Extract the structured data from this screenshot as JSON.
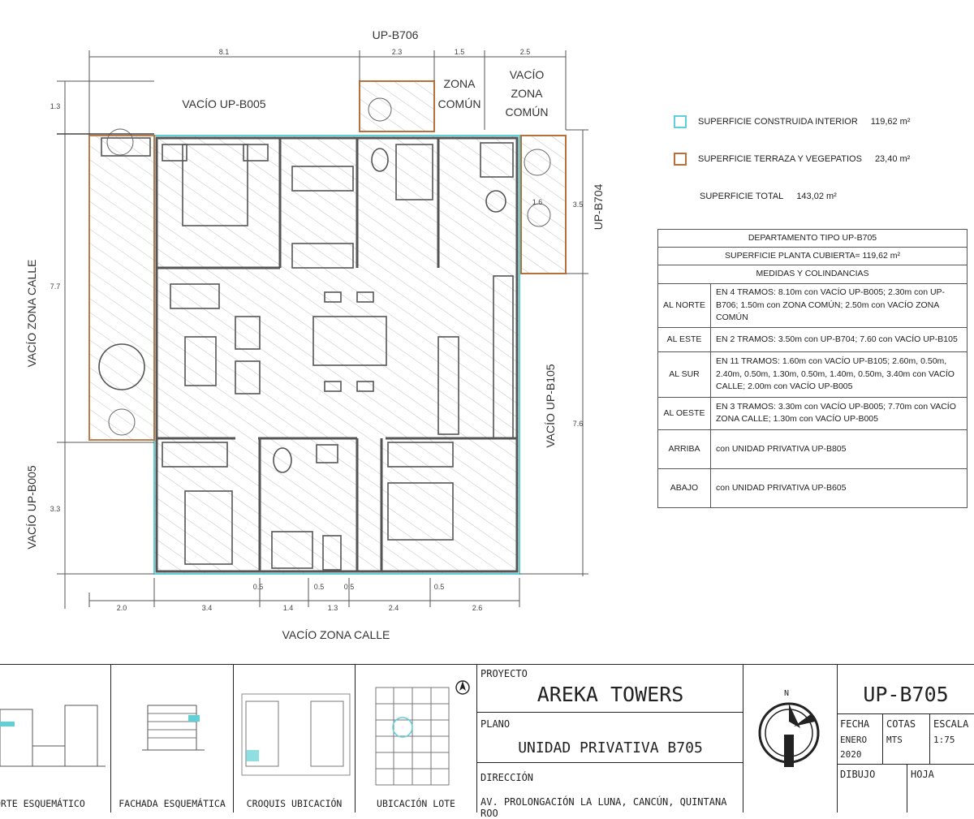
{
  "plan": {
    "top_label": "UP-B706",
    "bottom_label": "VACÍO ZONA CALLE",
    "left_upper_label": "VACÍO ZONA CALLE",
    "left_lower_label": "VACÍO UP-B005",
    "right_upper_label": "UP-B704",
    "right_lower_label": "VACÍO UP-B105",
    "north_void_label": "VACÍO UP-B005",
    "zona_comun_label": [
      "ZONA",
      "COMÚN"
    ],
    "vacio_zona_comun_label": [
      "VACÍO",
      "ZONA",
      "COMÚN"
    ],
    "dims_top": [
      "8.1",
      "2.3",
      "1.5",
      "2.5"
    ],
    "dims_left": [
      "1.3",
      "7.7",
      "3.3"
    ],
    "dims_right": [
      "3.5",
      "7.6"
    ],
    "dims_bottom": [
      "2.0",
      "3.4",
      "1.4",
      "1.3",
      "2.4",
      "2.6"
    ],
    "dims_bottom_small": [
      "0.5",
      "0.5",
      "0.5",
      "0.5"
    ],
    "interior_dim": "1.6"
  },
  "legend": [
    {
      "label": "SUPERFICIE CONSTRUIDA INTERIOR",
      "value": "119,62 m²",
      "color": "#5fd0d6"
    },
    {
      "label": "SUPERFICIE TERRAZA Y VEGEPATIOS",
      "value": "23,40 m²",
      "color": "#b8703a"
    },
    {
      "label": "SUPERFICIE TOTAL",
      "value": "143,02 m²",
      "color": ""
    }
  ],
  "info_table": {
    "title": "DEPARTAMENTO TIPO UP-B705",
    "subtitle": "SUPERFICIE PLANTA CUBIERTA= 119,62 m²",
    "section": "MEDIDAS Y COLINDANCIAS",
    "rows": [
      {
        "dir": "AL NORTE",
        "text": "EN 4 TRAMOS: 8.10m con VACÍO UP-B005; 2.30m con UP-B706; 1.50m con ZONA COMÚN; 2.50m con VACÍO ZONA COMÚN"
      },
      {
        "dir": "AL ESTE",
        "text": "EN 2 TRAMOS: 3.50m con UP-B704; 7.60 con VACÍO UP-B105"
      },
      {
        "dir": "AL SUR",
        "text": "EN 11 TRAMOS: 1.60m con VACÍO UP-B105; 2.60m, 0.50m, 2.40m, 0.50m, 1.30m, 0.50m, 1.40m, 0.50m, 3.40m con VACÍO CALLE; 2.00m con VACÍO UP-B005"
      },
      {
        "dir": "AL OESTE",
        "text": "EN 3 TRAMOS: 3.30m con VACÍO UP-B005; 7.70m con VACÍO ZONA CALLE; 1.30m con VACÍO UP-B005"
      },
      {
        "dir": "ARRIBA",
        "text": "con UNIDAD PRIVATIVA UP-B805"
      },
      {
        "dir": "ABAJO",
        "text": "con UNIDAD PRIVATIVA UP-B605"
      }
    ]
  },
  "title_block": {
    "thumb_captions": [
      "ORTE ESQUEMÁTICO",
      "FACHADA ESQUEMÁTICA",
      "CROQUIS UBICACIÓN",
      "UBICACIÓN LOTE"
    ],
    "proyecto_label": "PROYECTO",
    "proyecto_value": "AREKA TOWERS",
    "plano_label": "PLANO",
    "plano_value": "UNIDAD PRIVATIVA B705",
    "direccion_label": "DIRECCIÓN",
    "direccion_value": "AV. PROLONGACIÓN LA LUNA, CANCÚN, QUINTANA ROO",
    "north_letter": "N",
    "unit_code": "UP-B705",
    "fecha_label": "FECHA",
    "fecha_value_1": "ENERO",
    "fecha_value_2": "2020",
    "cotas_label": "COTAS",
    "cotas_value": "MTS",
    "escala_label": "ESCALA",
    "escala_value": "1:75",
    "dibujo_label": "DIBUJO",
    "hoja_label": "HOJA"
  }
}
